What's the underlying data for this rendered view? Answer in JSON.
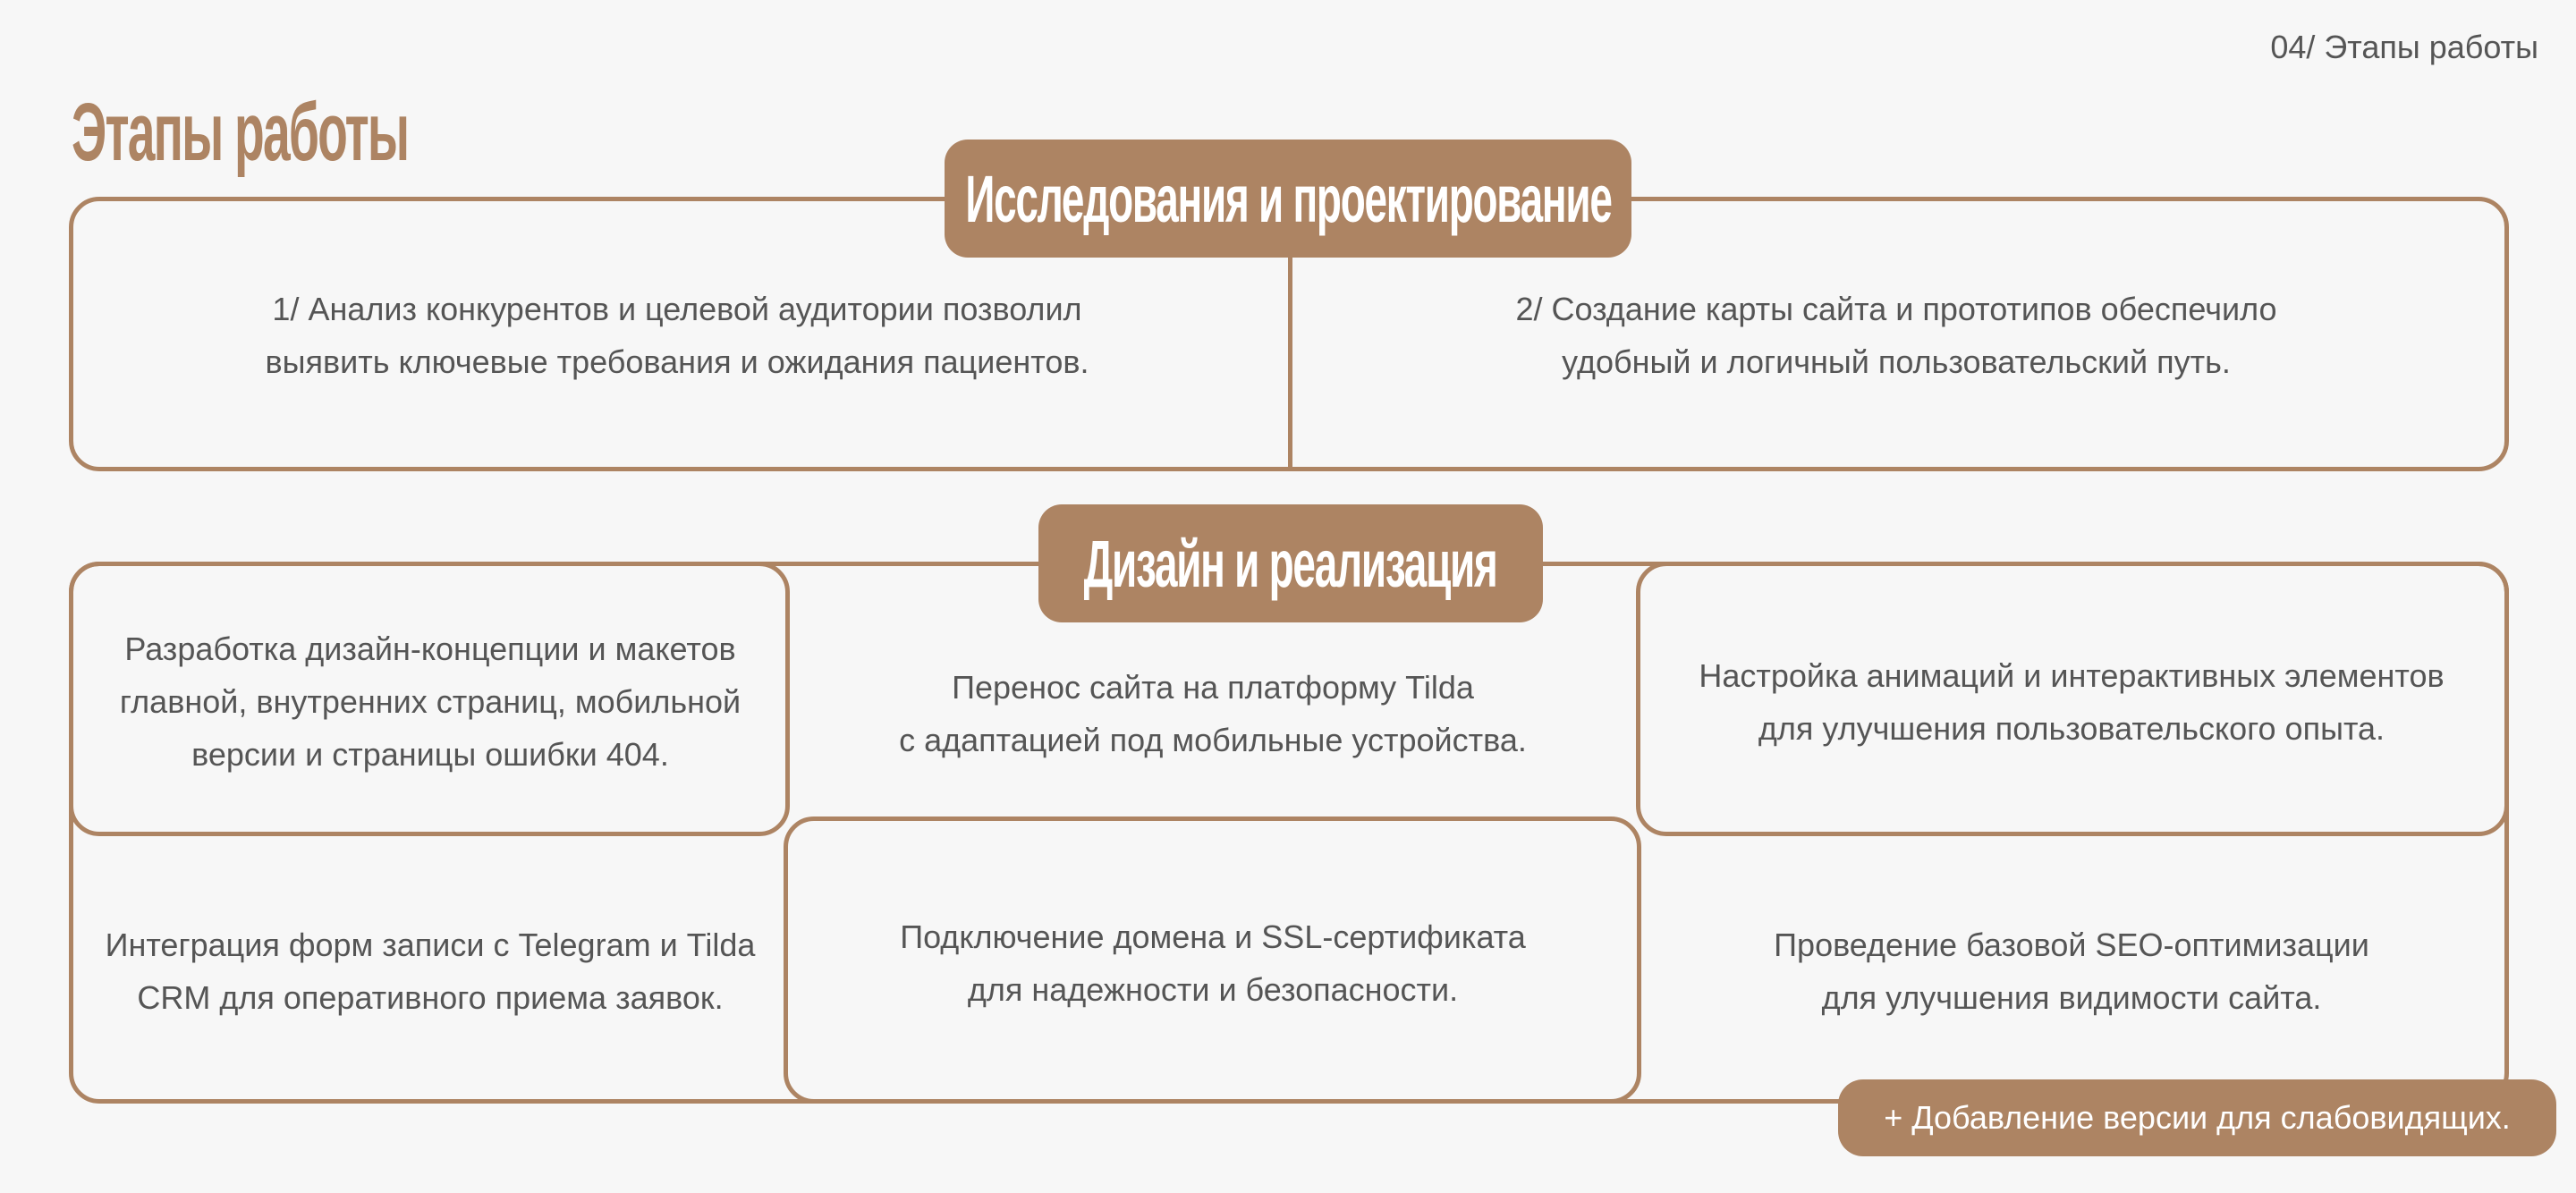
{
  "header": {
    "section_label": "04/ Этапы работы",
    "title": "Этапы работы"
  },
  "colors": {
    "accent": "#ad8463",
    "background": "#f7f7f7",
    "text": "#555555"
  },
  "research": {
    "label": "Исследования и проектирование",
    "items": [
      "1/ Анализ конкурентов и целевой аудитории позволил\nвыявить ключевые требования и ожидания пациентов.",
      "2/ Создание карты сайта и прототипов обеспечило\nудобный и логичный пользовательский путь."
    ]
  },
  "design": {
    "label": "Дизайн и реализация",
    "items": [
      "Разработка дизайн-концепции и макетов\nглавной, внутренних страниц, мобильной\nверсии и страницы ошибки 404.",
      "Перенос сайта на платформу Tilda\nс адаптацией под мобильные устройства.",
      "Настройка анимаций и интерактивных элементов\nдля улучшения пользовательского опыта.",
      "Интеграция форм записи с Telegram и Tilda\nCRM для оперативного приема заявок.",
      "Подключение домена и SSL-сертификата\nдля надежности и безопасности.",
      "Проведение базовой SEO-оптимизации\nдля улучшения видимости сайта."
    ],
    "extra": "+ Добавление версии для слабовидящих."
  }
}
